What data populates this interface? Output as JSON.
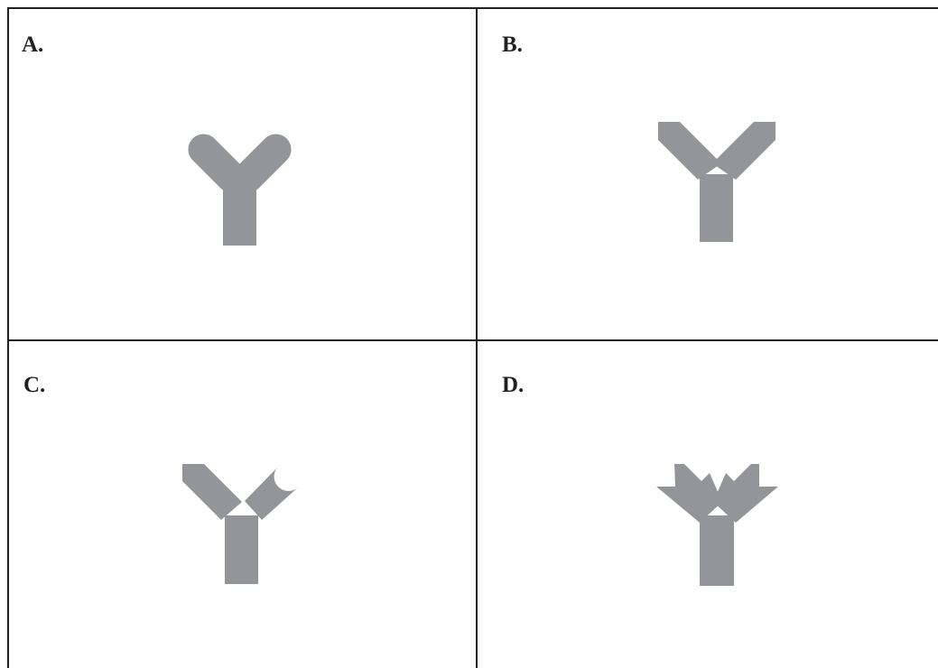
{
  "colors": {
    "line": "#231f20",
    "shape": "#939598",
    "background": "#ffffff"
  },
  "panels": [
    {
      "label": "A.",
      "arm_tip": "rounded"
    },
    {
      "label": "B.",
      "arm_tip": "flat"
    },
    {
      "label": "C.",
      "arm_tip": "flat-left-notched-right"
    },
    {
      "label": "D.",
      "arm_tip": "arrowhead"
    }
  ]
}
